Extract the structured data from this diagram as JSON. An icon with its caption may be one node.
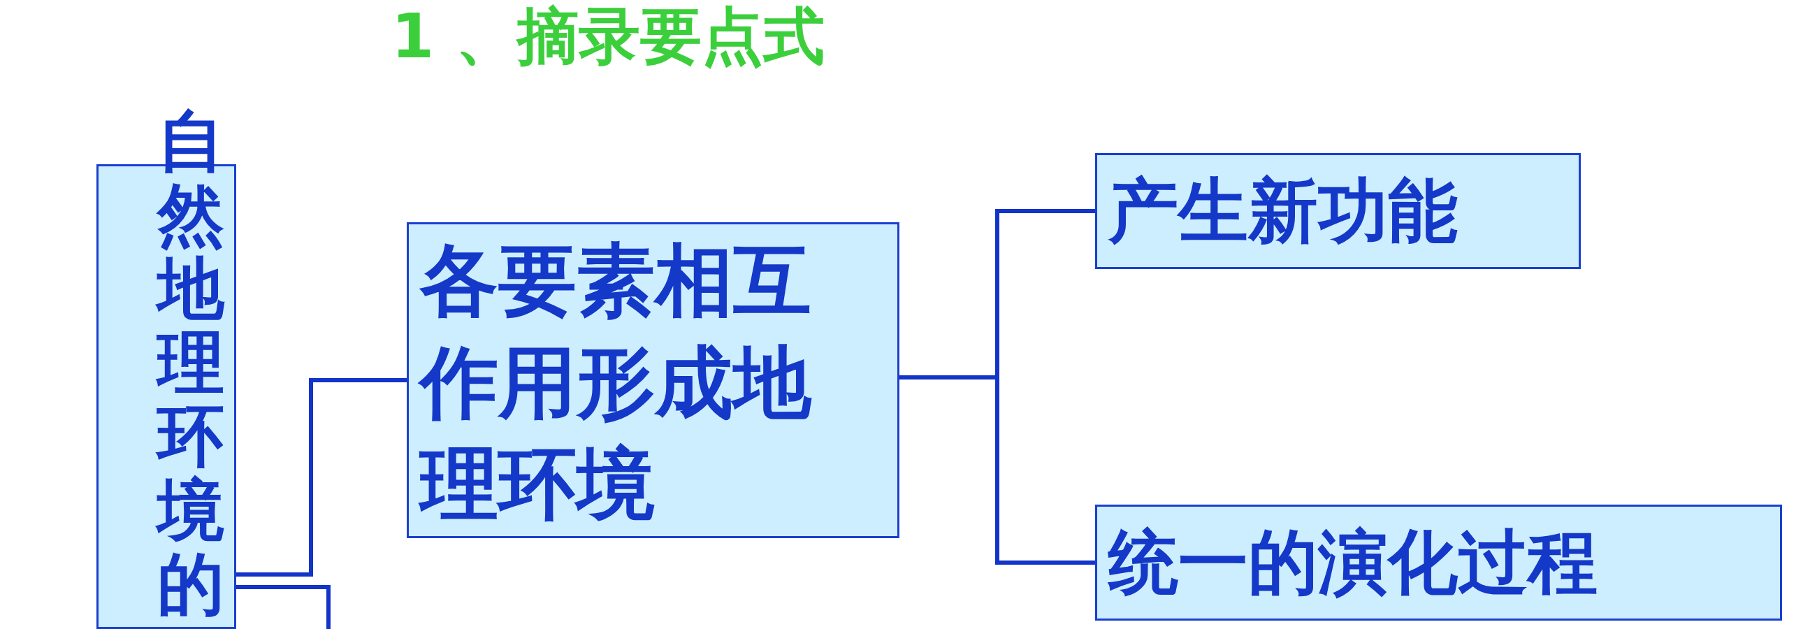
{
  "diagram": {
    "title": "1 、摘录要点式",
    "nodes": [
      {
        "text": [
          "自然地理环境的"
        ]
      },
      {
        "text": [
          "各要素相互作用形成地理环境"
        ]
      },
      {
        "text": [
          "产生新功能"
        ]
      },
      {
        "text": [
          "统一的演化过程"
        ]
      }
    ],
    "edges": [
      {
        "from": 0,
        "to": 1,
        "arrow": "none"
      },
      {
        "from": 0,
        "to": null,
        "arrow": "none"
      },
      {
        "from": 1,
        "to": 2,
        "arrow": "none"
      },
      {
        "from": 1,
        "to": 3,
        "arrow": "none"
      }
    ]
  }
}
